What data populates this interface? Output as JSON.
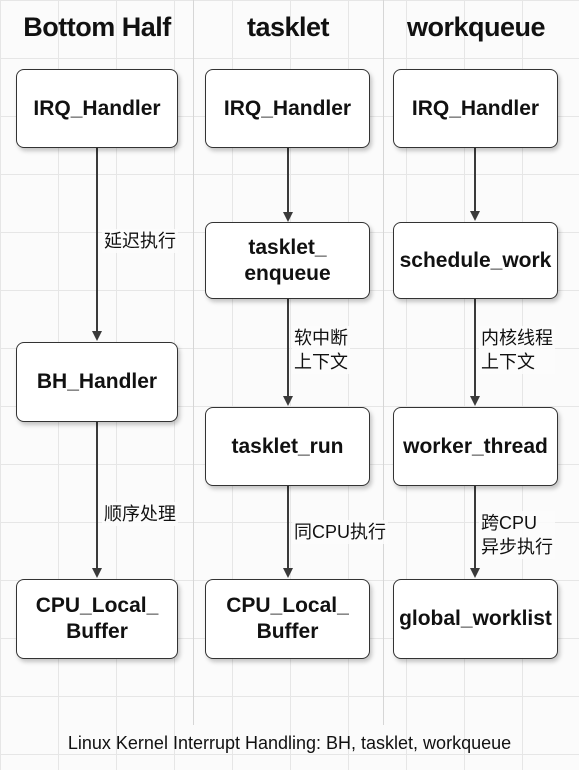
{
  "columns": [
    {
      "title": "Bottom Half",
      "nodes": [
        "IRQ_Handler",
        "BH_Handler",
        "CPU_Local_\nBuffer"
      ],
      "edge_labels": [
        "延迟执行",
        "顺序处理"
      ]
    },
    {
      "title": "tasklet",
      "nodes": [
        "IRQ_Handler",
        "tasklet_\nenqueue",
        "tasklet_run",
        "CPU_Local_\nBuffer"
      ],
      "edge_labels": [
        "",
        "软中断\n上下文",
        "同CPU执行"
      ]
    },
    {
      "title": "workqueue",
      "nodes": [
        "IRQ_Handler",
        "schedule_work",
        "worker_thread",
        "global_worklist"
      ],
      "edge_labels": [
        "",
        "内核线程\n上下文",
        "跨CPU\n异步执行"
      ]
    }
  ],
  "caption": "Linux Kernel Interrupt Handling: BH, tasklet, workqueue",
  "colors": {
    "node_border": "#333333",
    "arrow": "#3a3a3a",
    "background": "#fbfbfb"
  }
}
